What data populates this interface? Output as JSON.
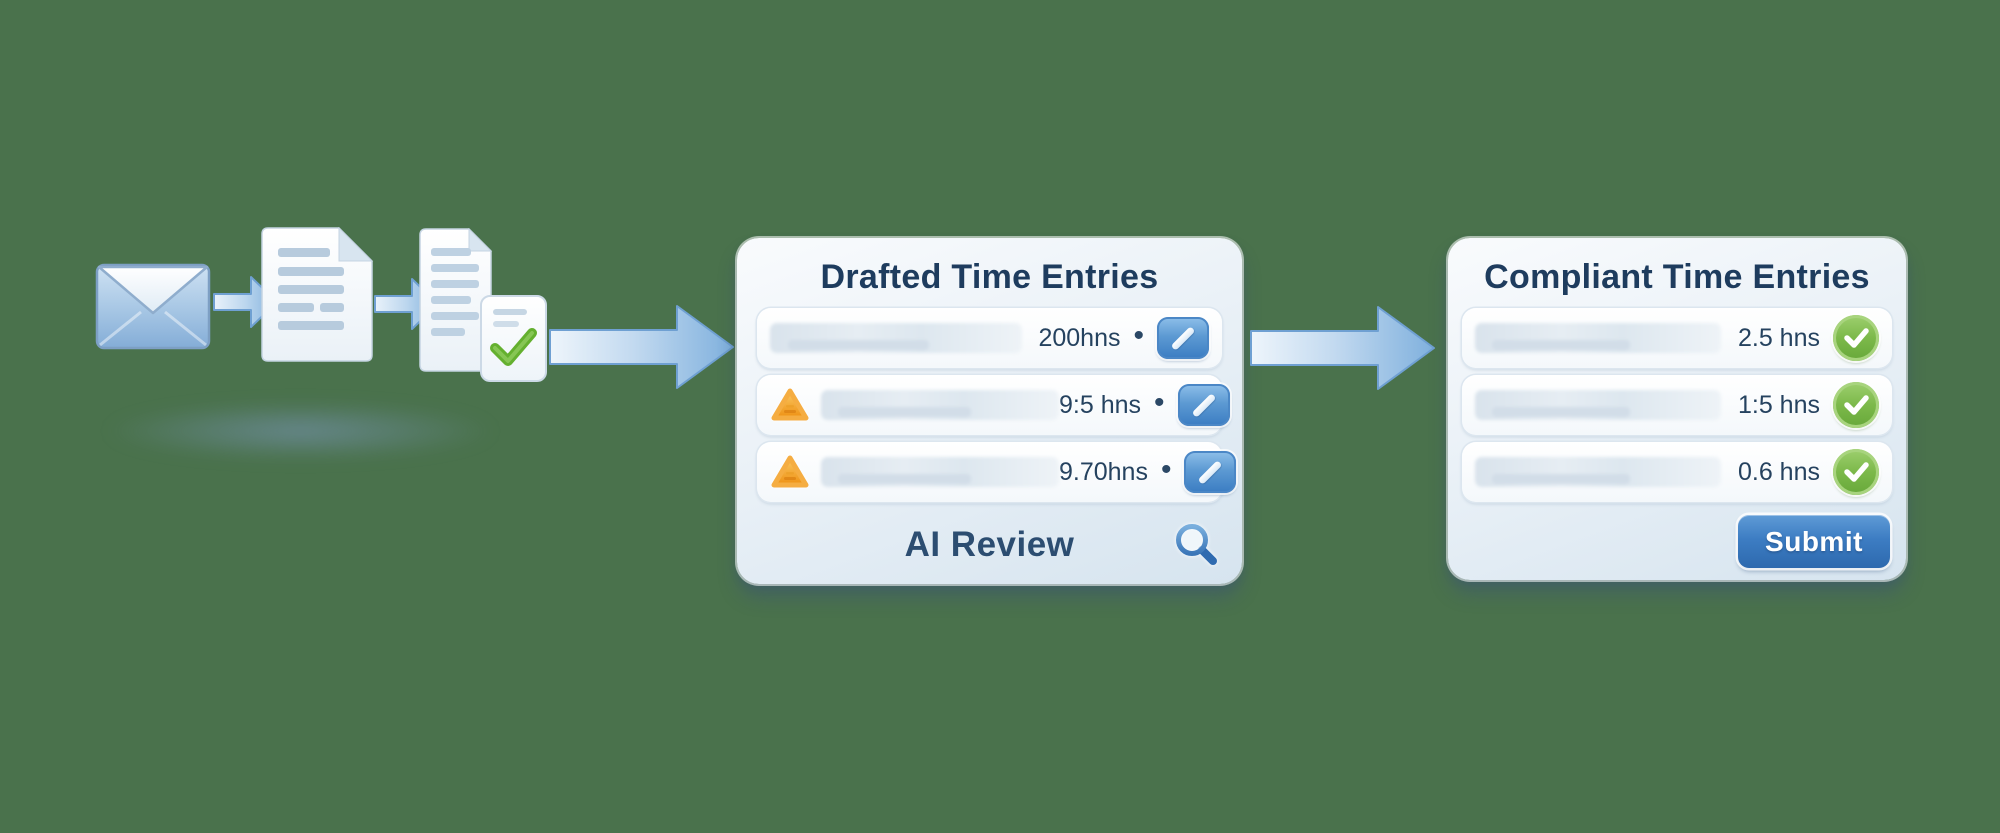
{
  "scene": {
    "background_color": "#4A724C",
    "description_icons": [
      "envelope-icon",
      "document-icon",
      "document-check-icon",
      "flow-arrow-icon"
    ]
  },
  "drafted_panel": {
    "title": "Drafted Time Entries",
    "rows": [
      {
        "hours": "200hns",
        "separator": "•",
        "warning": false
      },
      {
        "hours": "9:5 hns",
        "separator": "•",
        "warning": true
      },
      {
        "hours": "9.70hns",
        "separator": "•",
        "warning": true
      }
    ],
    "footer": {
      "label": "AI Review",
      "icon": "search-icon"
    }
  },
  "compliant_panel": {
    "title": "Compliant Time Entries",
    "rows": [
      {
        "hours": "2.5 hns",
        "status": "compliant"
      },
      {
        "hours": "1:5 hns",
        "status": "compliant"
      },
      {
        "hours": "0.6 hns",
        "status": "compliant"
      }
    ],
    "submit_label": "Submit"
  },
  "colors": {
    "background": "#4A724C",
    "panel_title_text": "#1E3C5E",
    "hours_text": "#25425F",
    "edit_button_blue": "#3A7CC2",
    "warning_orange": "#F0941F",
    "success_green": "#74B347",
    "submit_blue": "#2F6BB0",
    "arrow_blue": "#7FB0DD"
  }
}
